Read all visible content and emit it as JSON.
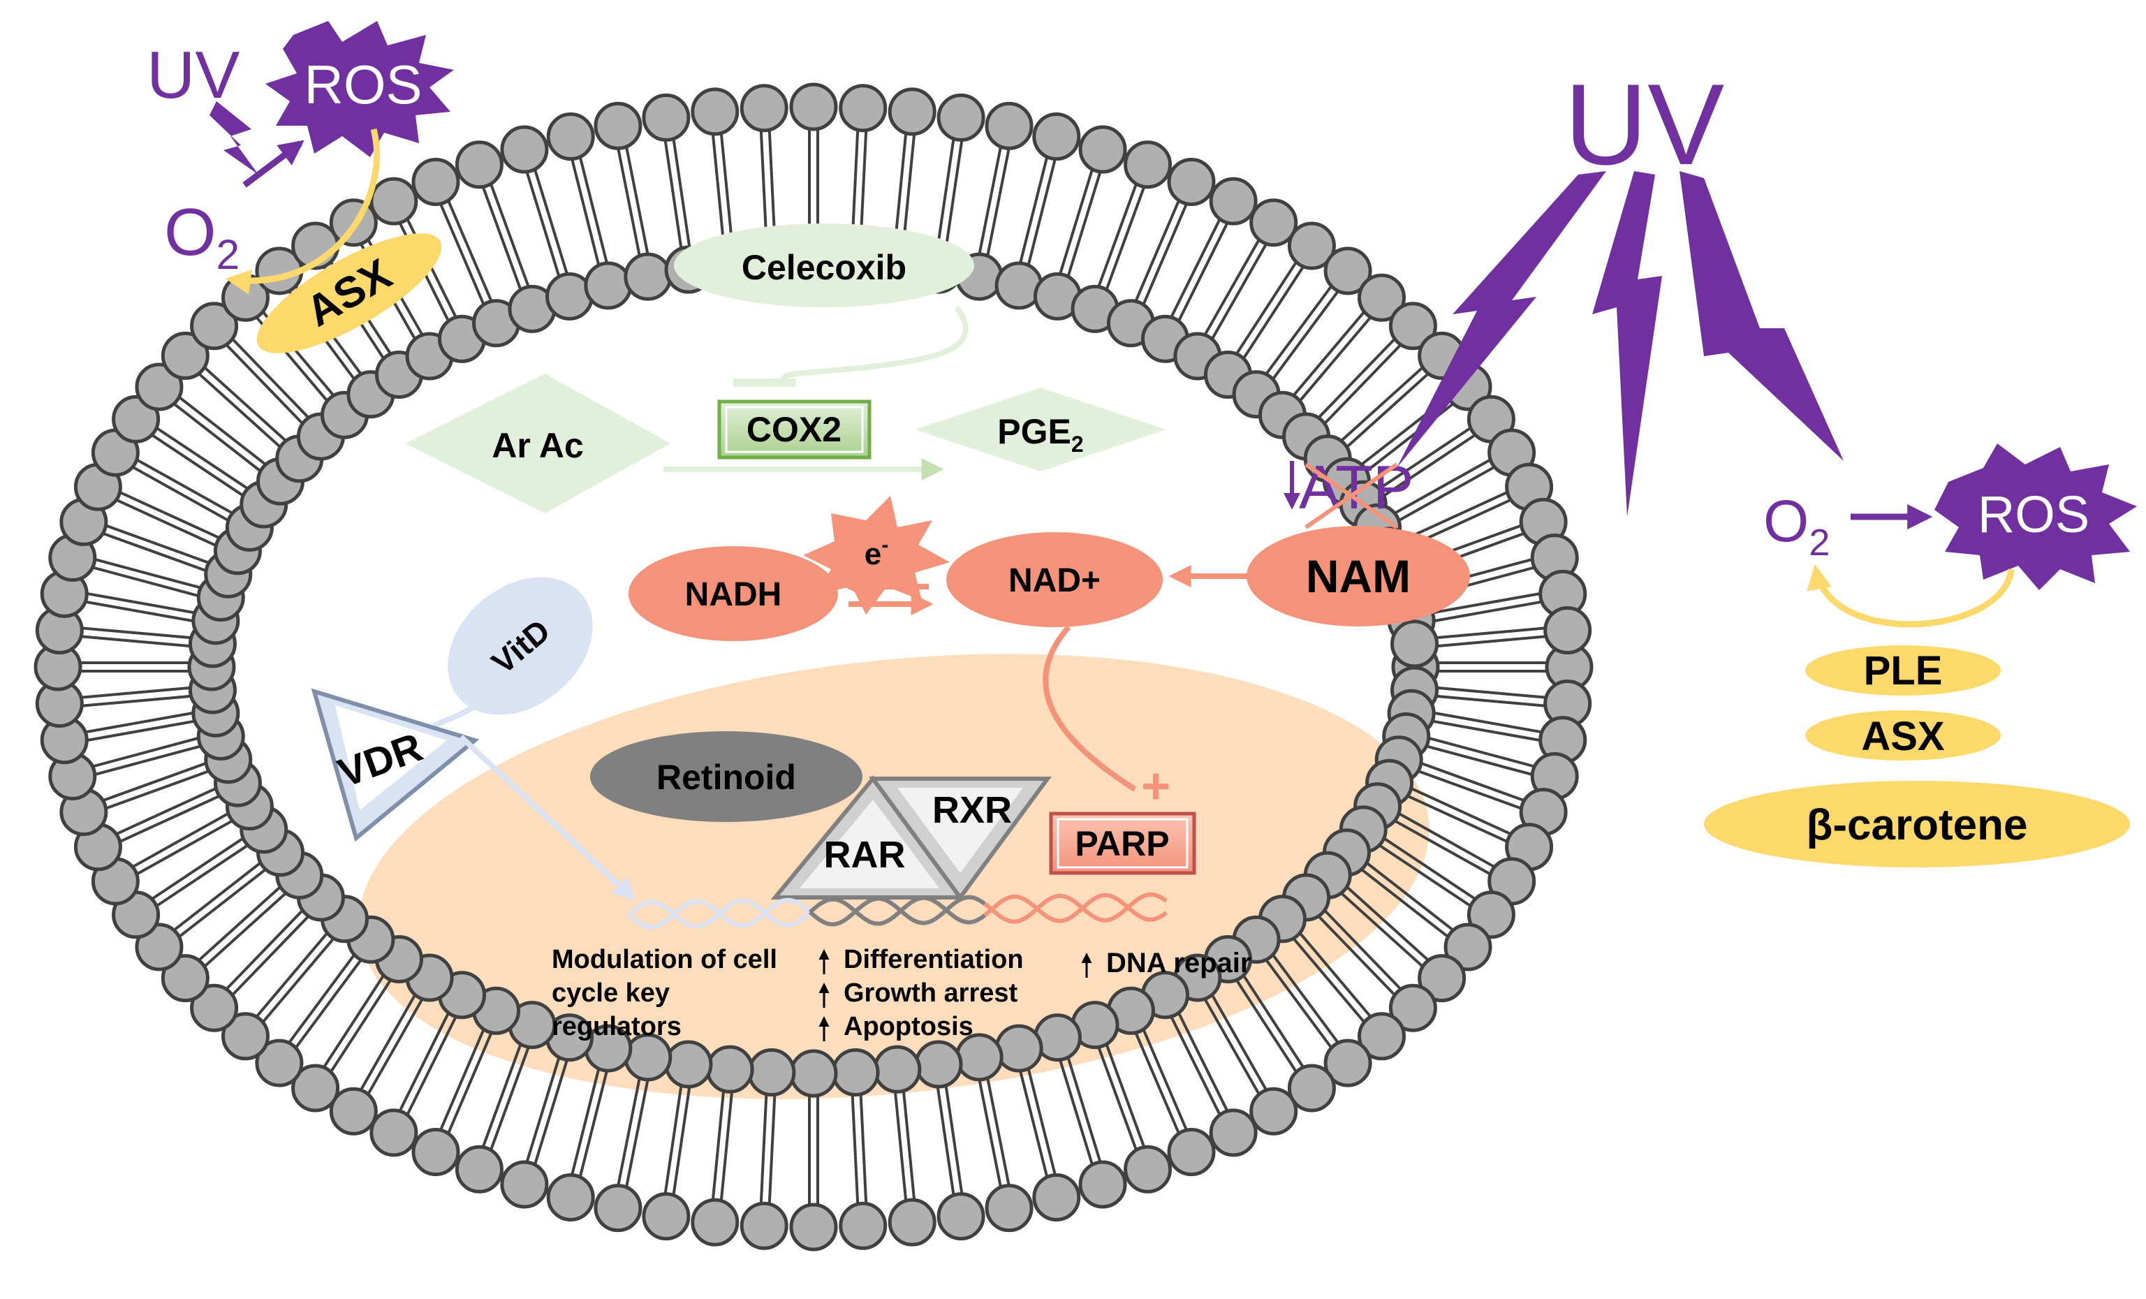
{
  "colors": {
    "purple": "#7030A0",
    "salmon": "#F4937A",
    "salmon_dark": "#E87A62",
    "yellow": "#FCD96A",
    "green_pale": "#E2EFDA",
    "green_box": "#C6E0B4",
    "blue_pale": "#DAE3F3",
    "nucleus": "#FDD9B5",
    "lipid_head": "#B0B0B0",
    "grey_dark": "#808080"
  },
  "icons": [
    "lightning-bolt-icon",
    "ros-burst-icon",
    "electron-burst-icon",
    "plus-icon",
    "dna-helix-icon"
  ],
  "outside_left": {
    "uv": "UV",
    "ros": "ROS",
    "o2_base": "O",
    "o2_sub": "2",
    "asx": "ASX"
  },
  "outside_right": {
    "uv": "UV",
    "atp": "ATP",
    "o2_base": "O",
    "o2_sub": "2",
    "ros": "ROS",
    "antioxidants": [
      "PLE",
      "ASX",
      "β-carotene"
    ]
  },
  "pathway": {
    "celecoxib": "Celecoxib",
    "arac": "Ar Ac",
    "cox2": "COX2",
    "pge_base": "PGE",
    "pge_sub": "2",
    "electron_base": "e",
    "electron_sup": "-",
    "nadh": "NADH",
    "nadplus": "NAD+",
    "nam": "NAM",
    "vitd": "VitD",
    "vdr": "VDR",
    "retinoid": "Retinoid",
    "rar": "RAR",
    "rxr": "RXR",
    "parp": "PARP"
  },
  "effects": {
    "vdr_lines": [
      "Modulation of cell",
      "cycle key",
      "regulators"
    ],
    "retinoid_lines": [
      "Differentiation",
      "Growth arrest",
      "Apoptosis"
    ],
    "parp_lines": [
      "DNA repair"
    ]
  }
}
